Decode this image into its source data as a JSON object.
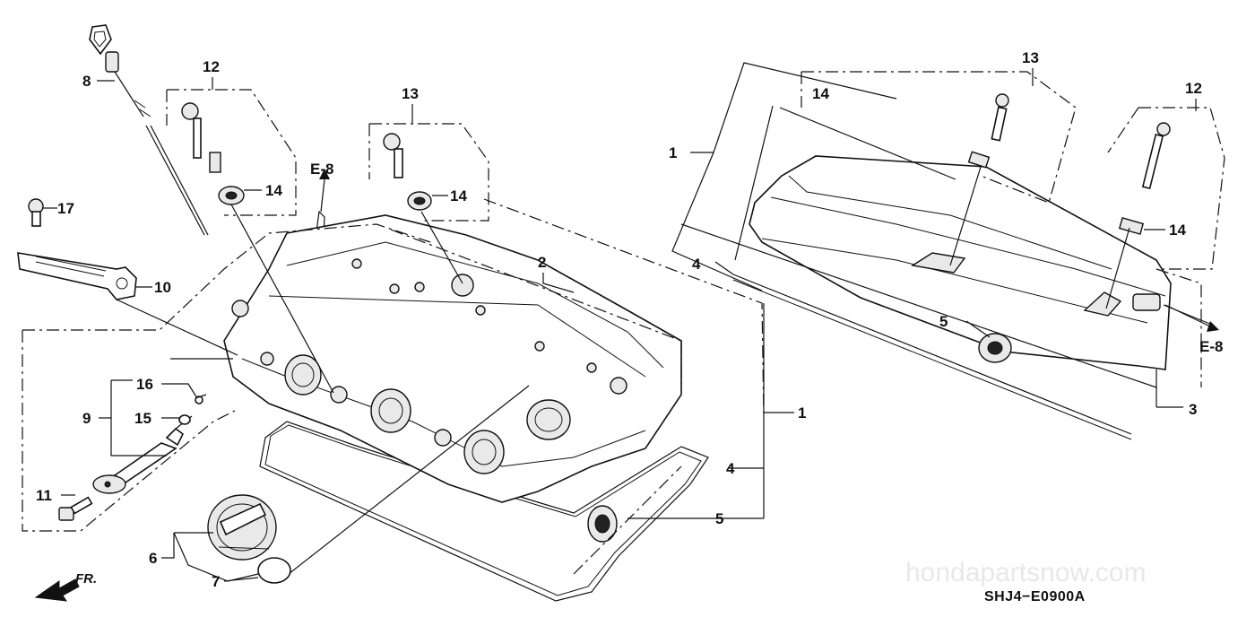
{
  "diagram": {
    "code_label": "SHJ4−E0900A",
    "direction_label": "FR.",
    "watermark": "hondapartsnow.com",
    "labels": [
      {
        "id": "l8",
        "text": "8"
      },
      {
        "id": "l12a",
        "text": "12"
      },
      {
        "id": "l13a",
        "text": "13"
      },
      {
        "id": "l14a",
        "text": "14"
      },
      {
        "id": "l14b",
        "text": "14"
      },
      {
        "id": "le8a",
        "text": "E-8"
      },
      {
        "id": "l17",
        "text": "17"
      },
      {
        "id": "l10",
        "text": "10"
      },
      {
        "id": "l2",
        "text": "2"
      },
      {
        "id": "l16",
        "text": "16"
      },
      {
        "id": "l9",
        "text": "9"
      },
      {
        "id": "l15",
        "text": "15"
      },
      {
        "id": "l11",
        "text": "11"
      },
      {
        "id": "l6",
        "text": "6"
      },
      {
        "id": "l7",
        "text": "7"
      },
      {
        "id": "l1a",
        "text": "1"
      },
      {
        "id": "l4a",
        "text": "4"
      },
      {
        "id": "l5a",
        "text": "5"
      },
      {
        "id": "l13b",
        "text": "13"
      },
      {
        "id": "l14c",
        "text": "14"
      },
      {
        "id": "l12b",
        "text": "12"
      },
      {
        "id": "l14d",
        "text": "14"
      },
      {
        "id": "l1b",
        "text": "1"
      },
      {
        "id": "l4b",
        "text": "4"
      },
      {
        "id": "l5b",
        "text": "5"
      },
      {
        "id": "le8b",
        "text": "E-8"
      },
      {
        "id": "l3",
        "text": "3"
      }
    ]
  }
}
